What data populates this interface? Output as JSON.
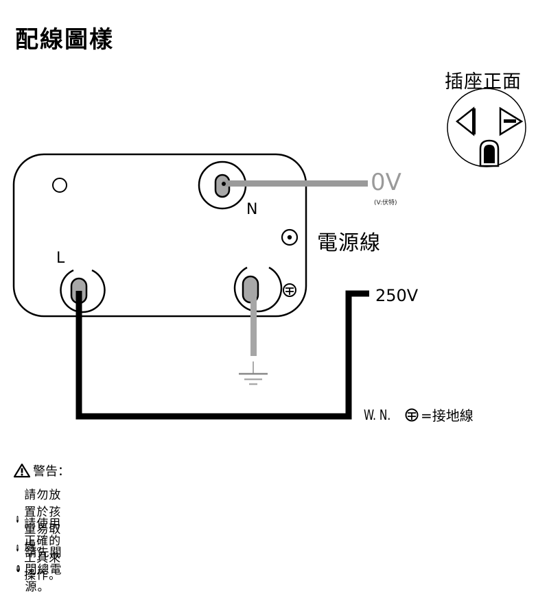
{
  "title": "配線圖樣",
  "socket_front_label": "插座正面",
  "diagram": {
    "neutral_voltage": "0V",
    "voltage_unit_note": "(V:伏特)",
    "neutral_label": "N",
    "live_label": "L",
    "power_cord_label": "電源線",
    "live_voltage": "250V",
    "ground_legend_prefix": "W. N.",
    "ground_legend_suffix": "=接地線",
    "colors": {
      "live_wire": "#000000",
      "neutral_wire": "#9a9a9a",
      "ground_wire": "#a6a6a6"
    }
  },
  "warning": {
    "icon": "warning-triangle-icon",
    "heading": "警告：",
    "items": [
      "請勿放置於孩童易取處。",
      "請使用正確的工具來操作。",
      "請先關閉總電源。"
    ]
  }
}
